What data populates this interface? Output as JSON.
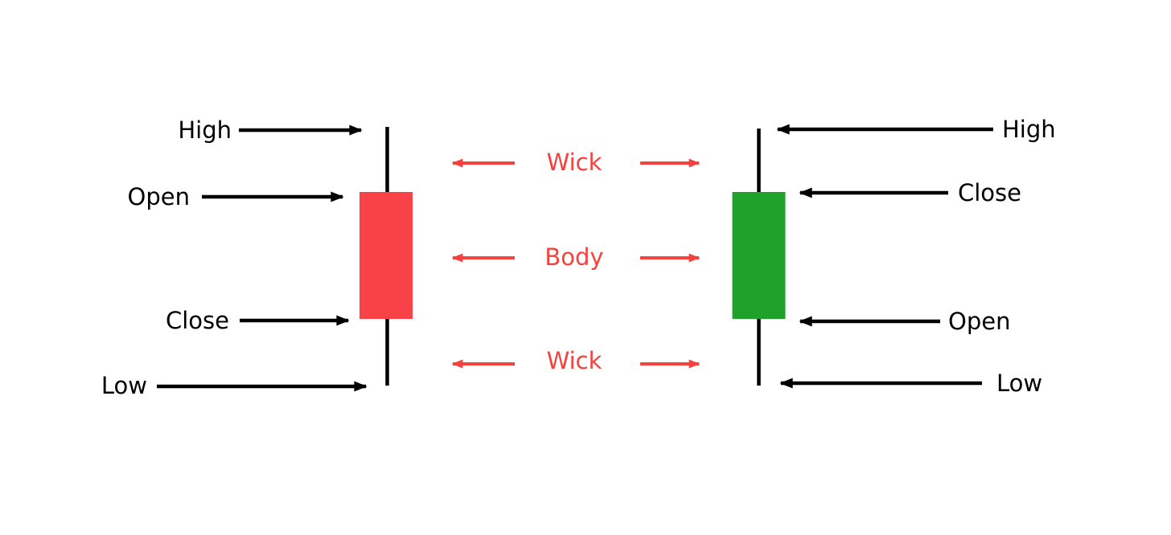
{
  "colors": {
    "background": "#ffffff",
    "bearish_body": "#f94248",
    "bullish_body": "#1fa12b",
    "accent_red": "#f5423e",
    "black": "#000000"
  },
  "bearish_candle": {
    "high_label": "High",
    "open_label": "Open",
    "close_label": "Close",
    "low_label": "Low"
  },
  "bullish_candle": {
    "high_label": "High",
    "close_label": "Close",
    "open_label": "Open",
    "low_label": "Low"
  },
  "center_annotations": {
    "upper_wick_label": "Wick",
    "body_label": "Body",
    "lower_wick_label": "Wick"
  }
}
